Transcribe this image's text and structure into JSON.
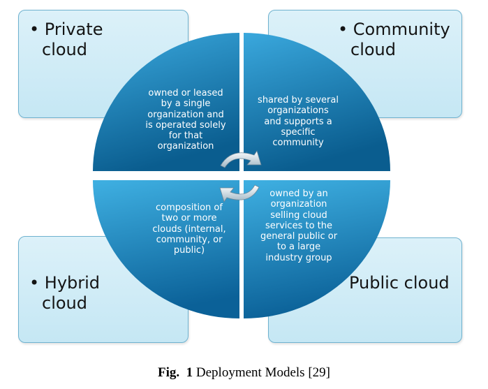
{
  "private": {
    "title_lines": [
      "• Private",
      "cloud"
    ],
    "description_lines": [
      "owned or leased",
      "by a single",
      "organization and",
      "is operated solely",
      "for that",
      "organization"
    ]
  },
  "community": {
    "title_lines": [
      "• Community",
      "cloud"
    ],
    "description_lines": [
      "shared by several",
      "organizations",
      "and supports a",
      "specific",
      "community"
    ]
  },
  "hybrid": {
    "title_lines": [
      "• Hybrid",
      "cloud"
    ],
    "description_lines": [
      "composition of",
      "two or more",
      "clouds (internal,",
      "community, or",
      "public)"
    ]
  },
  "public": {
    "title_lines": [
      "Public cloud"
    ],
    "description_lines": [
      "owned by an",
      "organization",
      "selling cloud",
      "services to the",
      "general public or",
      "to a large",
      "industry group"
    ]
  },
  "caption": {
    "prefix": "Fig.",
    "number": "1",
    "text": "Deployment Models [29]"
  },
  "colors": {
    "box_fill": "#cbe9f5",
    "box_border": "#6fb2cf",
    "quadrant_light": "#3aa8dd",
    "quadrant_dark": "#0a5d8f",
    "quadrant_text": "#ffffff"
  }
}
